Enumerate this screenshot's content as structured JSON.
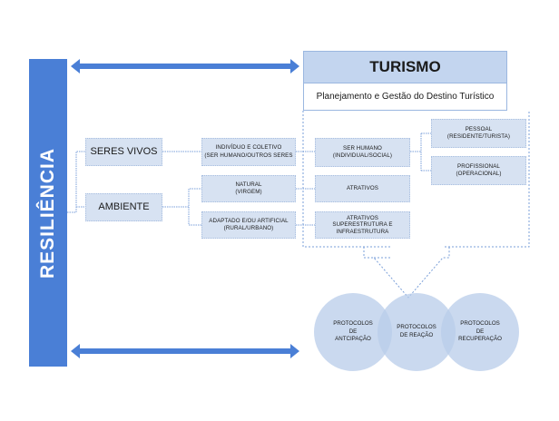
{
  "diagram": {
    "left_bar": {
      "label": "RESILIÊNCIA"
    },
    "tourism": {
      "title": "TURISMO",
      "subtitle": "Planejamento e Gestão do Destino Turístico"
    },
    "level1": [
      {
        "label": "SERES VIVOS"
      },
      {
        "label": "AMBIENTE"
      }
    ],
    "level2": [
      {
        "line1": "INDIVÍDUO E COLETIVO",
        "line2": "(SER HUMANO/OUTROS SERES"
      },
      {
        "line1": "NATURAL",
        "line2": "(VIRGEM)"
      },
      {
        "line1": "ADAPTADO E/OU ARTIFICIAL",
        "line2": "(RURAL/URBANO)"
      }
    ],
    "level3": [
      {
        "line1": "SER HUMANO",
        "line2": "(INDIVIDUAL/SOCIAL)"
      },
      {
        "line1": "ATRATIVOS"
      },
      {
        "line1": "ATRATIVOS",
        "line2": "SUPERESTRUTURA E",
        "line3": "INFRAESTRUTURA"
      }
    ],
    "level4": [
      {
        "line1": "PESSOAL",
        "line2": "(RESIDENTE/TURISTA)"
      },
      {
        "line1": "PROFISSIONAL",
        "line2": "(OPERACIONAL)"
      }
    ],
    "protocols": [
      {
        "line1": "PROTOCOLOS",
        "line2": "DE",
        "line3": "ANTCIPAÇÃO"
      },
      {
        "line1": "PROTOCOLOS",
        "line2": "DE REAÇÃO"
      },
      {
        "line1": "PROTOCOLOS",
        "line2": "DE",
        "line3": "RECUPERAÇÃO"
      }
    ],
    "colors": {
      "primary_blue": "#4a7fd6",
      "box_fill": "#d7e2f2",
      "header_fill": "#c3d5ef",
      "circle_fill": "#b8ccea",
      "connector": "#7a9fd9"
    }
  }
}
